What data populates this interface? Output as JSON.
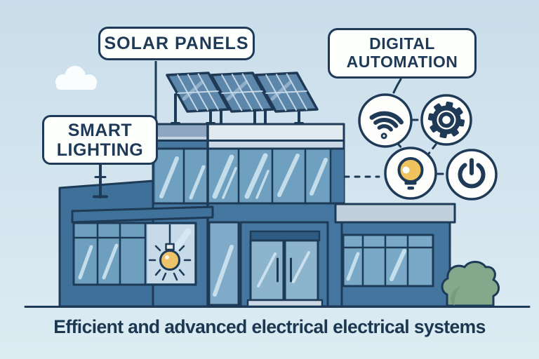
{
  "scene": {
    "title_labels": {
      "solar": "SOLAR PANELS",
      "digital": "DIGITAL AUTOMATION",
      "smart": "SMART LIGHTING"
    },
    "caption": "Efficient and advanced electrical electrical systems",
    "icons": [
      {
        "name": "wifi-icon"
      },
      {
        "name": "gear-icon"
      },
      {
        "name": "lightbulb-icon"
      },
      {
        "name": "power-icon"
      }
    ],
    "colors": {
      "background": "#d4e5ef",
      "outline_navy": "#1e3a57",
      "building_blue": "#45769f",
      "glass_blue": "#79a9c6",
      "solar_panel_blue": "#5d87aa",
      "parapet_light": "#e1e9f1",
      "parapet_gray": "#8ea6c0",
      "bulb_yellow": "#eec268",
      "bush_green": "#84a88b",
      "label_background": "#fdfffd"
    }
  }
}
